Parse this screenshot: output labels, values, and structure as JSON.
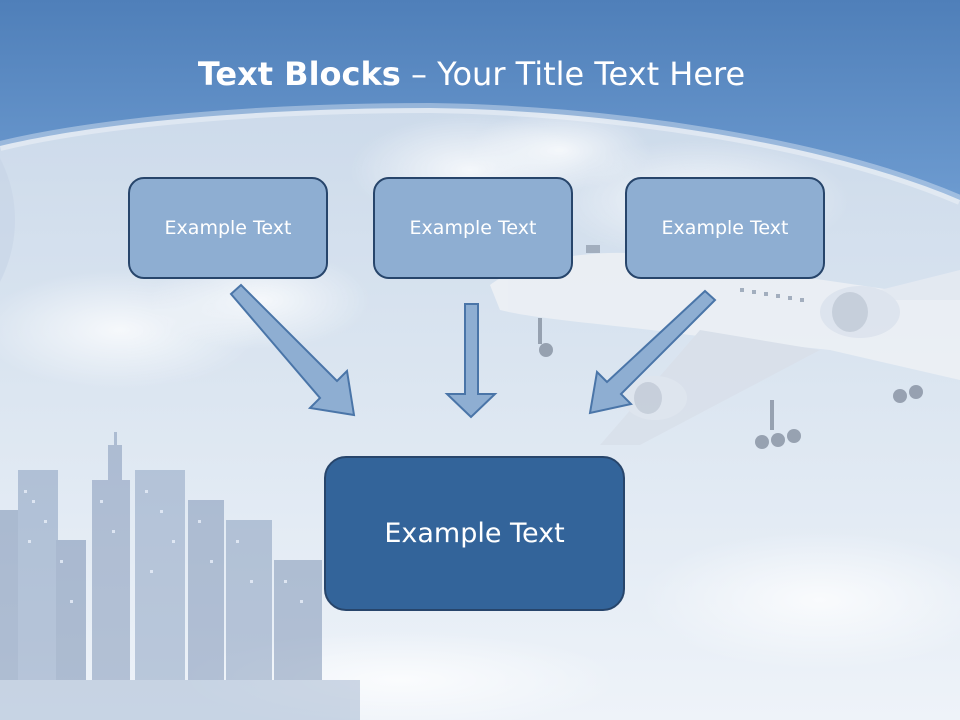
{
  "title": {
    "bold": "Text Blocks",
    "rest": " – Your Title Text Here"
  },
  "boxes": {
    "left": "Example Text",
    "center": "Example Text",
    "right": "Example Text",
    "bottom": "Example Text"
  },
  "colors": {
    "header_blue": "#5a8ac4",
    "small_box_fill": "#8eaed2",
    "big_box_fill": "#33649a",
    "box_border": "#27456b",
    "arrow_fill": "#8eaed2",
    "arrow_stroke": "#4a75a8"
  }
}
